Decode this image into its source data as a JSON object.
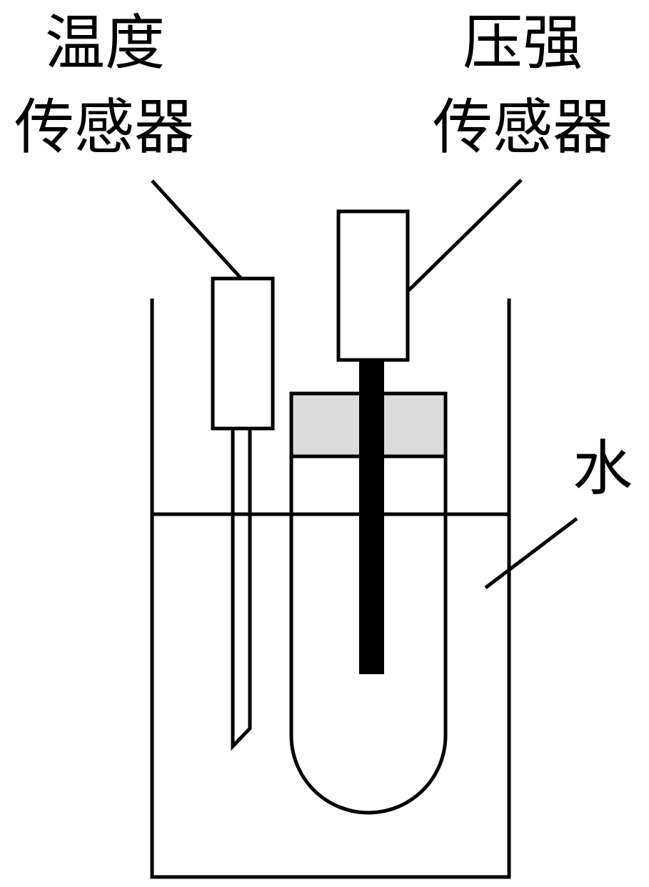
{
  "labels": {
    "temperature_sensor_line1": "温度",
    "temperature_sensor_line2": "传感器",
    "pressure_sensor_line1": "压强",
    "pressure_sensor_line2": "传感器",
    "water": "水"
  },
  "colors": {
    "stroke": "#000000",
    "stopper_fill": "#dcdcdc",
    "background": "#ffffff"
  }
}
